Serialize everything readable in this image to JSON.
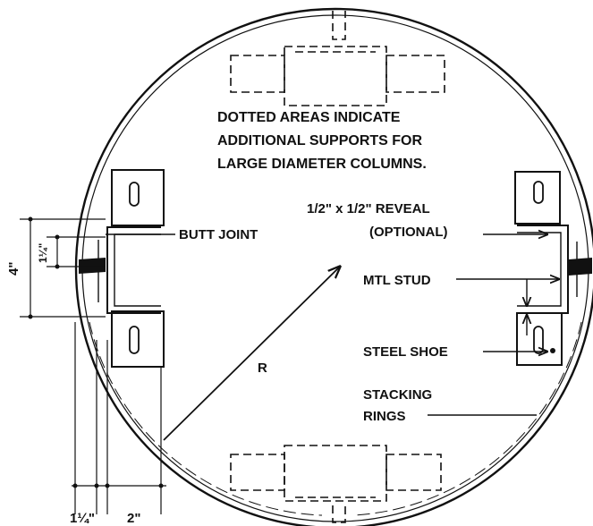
{
  "notes": {
    "line1": "DOTTED AREAS INDICATE",
    "line2": "ADDITIONAL SUPPORTS FOR",
    "line3": "LARGE DIAMETER COLUMNS."
  },
  "labels": {
    "butt_joint": "BUTT JOINT",
    "reveal_line1": "1/2\" x 1/2\" REVEAL",
    "reveal_line2": "(OPTIONAL)",
    "mtl_stud": "MTL STUD",
    "steel_shoe": "STEEL SHOE",
    "stacking_line1": "STACKING",
    "stacking_line2": "RINGS",
    "radius": "R"
  },
  "dimensions": {
    "height_overall": "4\"",
    "height_inner": "1¼\"",
    "width_a": "1¼\"",
    "width_b": "2\""
  },
  "colors": {
    "ink": "#111111",
    "paper": "#ffffff"
  }
}
